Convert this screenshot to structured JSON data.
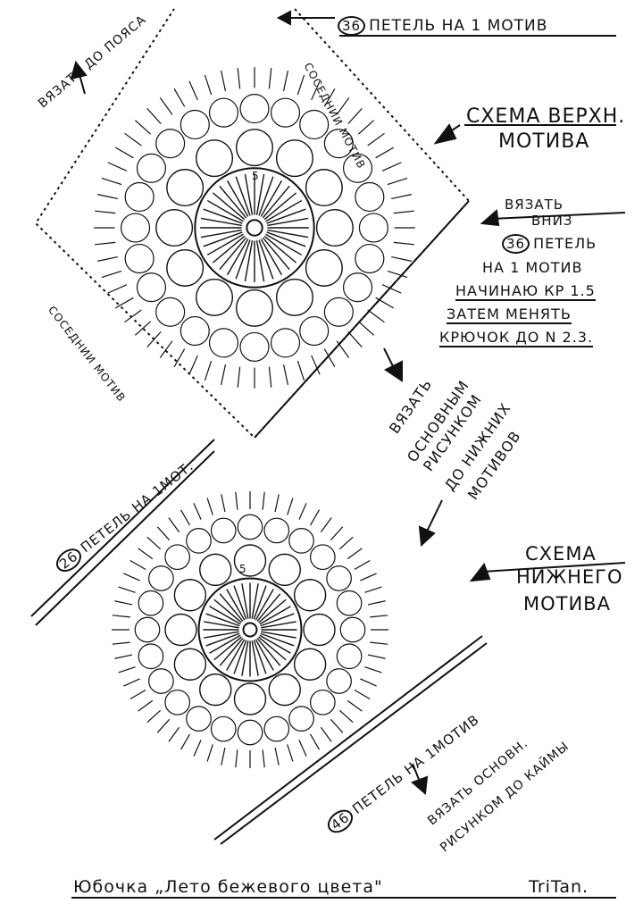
{
  "top_right": {
    "count": "36",
    "text": "петель на 1 мотив"
  },
  "left_top_note": "вязать до пояса",
  "top_motif": {
    "title_line1": "схема верхн.",
    "title_line2": "мотива"
  },
  "neighbor_label": "соседнии мотив",
  "down_note": {
    "line1": "вязать",
    "line2": "вниз",
    "count": "36",
    "line3": "петель",
    "line4": "на 1 мотив",
    "line5": "начинаю кр 1.5",
    "line6": "затем менять",
    "line7": "крючок до N 2.3."
  },
  "middle_note": {
    "line1": "вязать",
    "line2": "основным",
    "line3": "рисунком",
    "line4": "до нижних",
    "line5": "мотивов"
  },
  "bottom_left": {
    "count": "26",
    "text": "петель на 1мот."
  },
  "bottom_motif": {
    "title_line1": "схема",
    "title_line2": "нижнего",
    "title_line3": "мотива"
  },
  "bottom_edge": {
    "count": "46",
    "text": "петель на 1мотив"
  },
  "bottom_note": {
    "line1": "вязать основн.",
    "line2": "рисунком до каймы"
  },
  "footer": {
    "title": "Юбочка „Лето бежевого цвета\"",
    "author": "TriTan."
  },
  "ring_number": "5"
}
